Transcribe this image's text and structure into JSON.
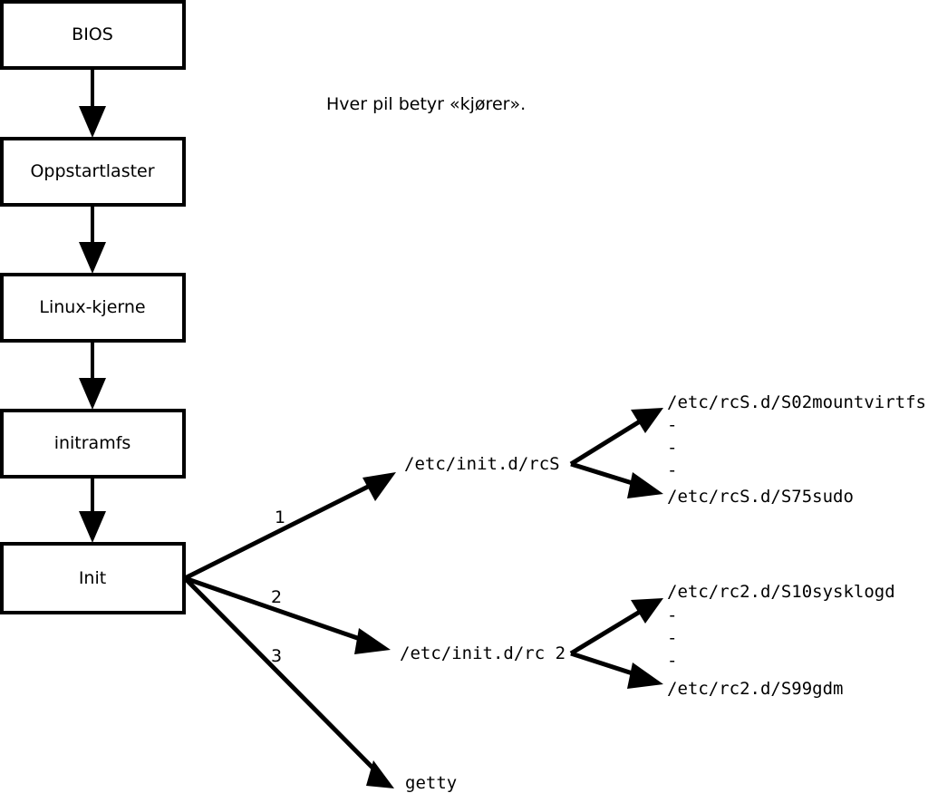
{
  "diagram": {
    "title": "Linux boot process flow diagram",
    "caption": "Hver pil betyr «kjører».",
    "colors": {
      "background": "#ffffff",
      "stroke": "#000000",
      "text": "#000000",
      "box_fill": "#ffffff"
    },
    "boot_chain": [
      {
        "id": "bios",
        "label": "BIOS"
      },
      {
        "id": "bootloader",
        "label": "Oppstartlaster"
      },
      {
        "id": "kernel",
        "label": "Linux-kjerne"
      },
      {
        "id": "initramfs",
        "label": "initramfs"
      },
      {
        "id": "init",
        "label": "Init"
      }
    ],
    "branches": [
      {
        "number": "1",
        "target": "/etc/init.d/rcS"
      },
      {
        "number": "2",
        "target": "/etc/init.d/rc 2"
      },
      {
        "number": "3",
        "target": "getty"
      }
    ],
    "rcs_scripts": {
      "first": "/etc/rcS.d/S02mountvirtfs",
      "ellipsis": [
        "-",
        "-",
        "-"
      ],
      "last": "/etc/rcS.d/S75sudo"
    },
    "rc2_scripts": {
      "first": "/etc/rc2.d/S10sysklogd",
      "ellipsis": [
        "-",
        "-",
        "-"
      ],
      "last": "/etc/rc2.d/S99gdm"
    }
  }
}
